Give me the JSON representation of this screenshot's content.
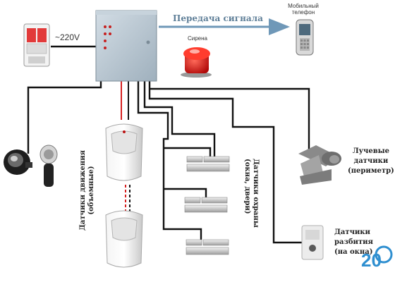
{
  "voltage_label": "~220V",
  "signal_label": "Передача сигнала",
  "phone_label": [
    "Мобильный",
    "телефон"
  ],
  "siren_label": "Сирена",
  "motion_sensors_label": [
    "Датчики движения",
    "(объемные)"
  ],
  "guard_sensors_label": [
    "Датчики охраны",
    "(окна, двери)"
  ],
  "beam_sensors_label": [
    "Лучевые",
    "датчики",
    "(периметр)"
  ],
  "panic_sensors_label": [
    "Датчики",
    "разбития",
    "(на окна)"
  ],
  "watermark": "20",
  "colors": {
    "panel": "#b9c7d2",
    "signal_arrow": "#6f98b8",
    "siren": "#d81818",
    "wire": "#111111",
    "red_wire": "#d62020",
    "watermark": "#2f8fd0"
  }
}
